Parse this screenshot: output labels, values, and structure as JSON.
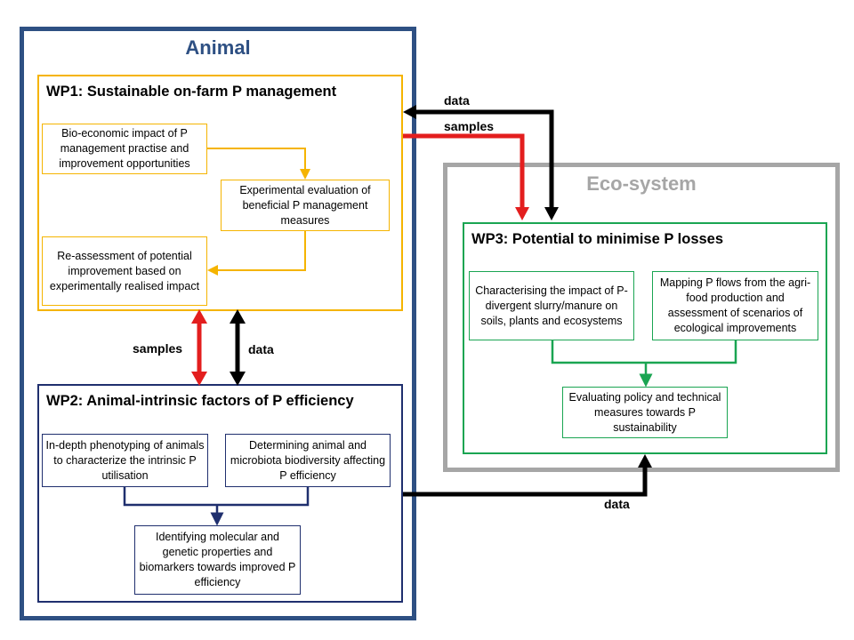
{
  "animal": {
    "title": "Animal"
  },
  "eco": {
    "title": "Eco-system"
  },
  "wp1": {
    "title": "WP1: Sustainable  on-farm P management",
    "box1": "Bio-economic impact of P management practise and improvement  opportunities",
    "box2": "Experimental evaluation of beneficial P management measures",
    "box3": "Re-assessment of potential improvement  based on experimentally realised impact"
  },
  "wp2": {
    "title": "WP2: Animal-intrinsic  factors of P efficiency",
    "box1": "In-depth phenotyping of animals to characterize the intrinsic P utilisation",
    "box2": "Determining animal and microbiota biodiversity affecting P efficiency",
    "box3": "Identifying molecular and genetic properties and biomarkers towards improved P efficiency"
  },
  "wp3": {
    "title": "WP3: Potential to minimise P losses",
    "box1": "Characterising the impact of P-divergent slurry/manure on soils, plants and ecosystems",
    "box2": "Mapping P flows from the agri-food production and assessment of scenarios of ecological improvements",
    "box3": "Evaluating policy and technical measures towards P sustainability"
  },
  "labels": {
    "data_top": "data",
    "samples_top": "samples",
    "samples_mid": "samples",
    "data_mid": "data",
    "data_bottom": "data"
  },
  "colors": {
    "animal": "#2e5083",
    "eco": "#a6a6a6",
    "wp1": "#f5b400",
    "wp2": "#1f2f6e",
    "wp3": "#1aa552",
    "samples_arrow": "#e31e1e",
    "data_arrow": "#000000"
  }
}
